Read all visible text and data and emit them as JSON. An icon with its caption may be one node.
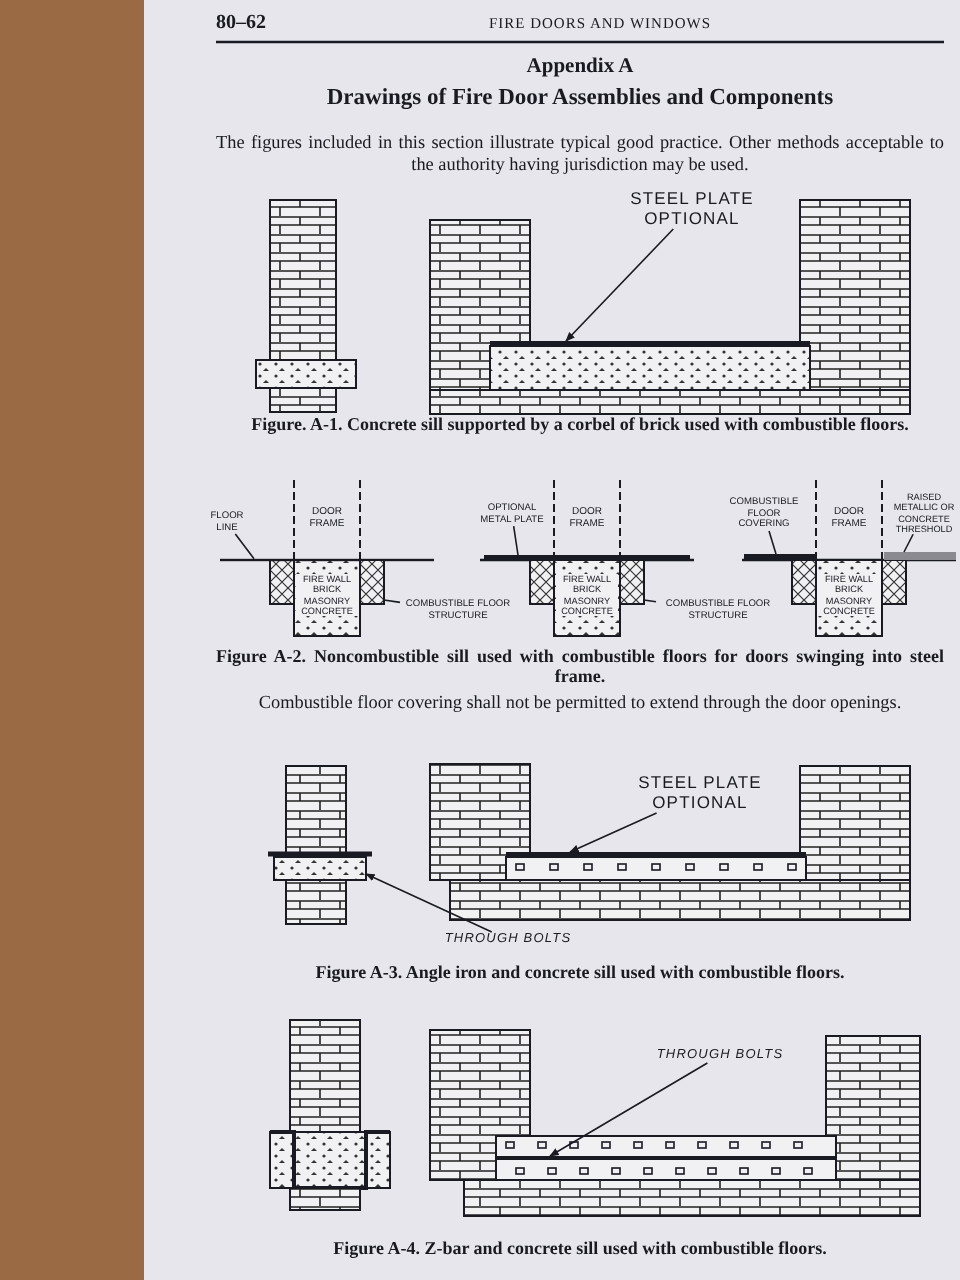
{
  "diagram": {
    "title": "Drawings of Fire Door Assemblies and Components",
    "nodes": [
      {
        "text": [
          "STEEL PLATE OPTIONAL"
        ]
      },
      {
        "text": [
          "FLOOR LINE"
        ]
      },
      {
        "text": [
          "COMBUSTIBLE FLOOR STRUCTURE"
        ]
      },
      {
        "text": [
          "OPTIONAL METAL PLATE"
        ]
      },
      {
        "text": [
          "COMBUSTIBLE FLOOR STRUCTURE"
        ]
      },
      {
        "text": [
          "COMBUSTIBLE FLOOR COVERING"
        ]
      },
      {
        "text": [
          "RAISED METALLIC OR CONCRETE THRESHOLD"
        ]
      },
      {
        "text": [
          "STEEL PLATE OPTIONAL"
        ]
      },
      {
        "text": [
          "THROUGH BOLTS"
        ]
      },
      {
        "text": [
          "THROUGH BOLTS"
        ]
      },
      {
        "text": [],
        "shape": "bar"
      },
      {
        "text": [],
        "shape": "bar"
      },
      {
        "text": [],
        "shape": "box"
      },
      {
        "text": [],
        "shape": "bar"
      },
      {
        "text": [],
        "shape": "box"
      },
      {
        "text": [],
        "shape": "bar"
      },
      {
        "text": [],
        "shape": "bar"
      },
      {
        "text": [],
        "shape": "bar"
      },
      {
        "text": [],
        "shape": "box"
      },
      {
        "text": [],
        "shape": "bar"
      }
    ],
    "edges": [
      {
        "from": 0,
        "to": 10,
        "arrow": "to"
      },
      {
        "from": 1,
        "to": 11,
        "arrow": "none"
      },
      {
        "from": 2,
        "to": 12,
        "arrow": "none"
      },
      {
        "from": 3,
        "to": 13,
        "arrow": "none"
      },
      {
        "from": 4,
        "to": 14,
        "arrow": "none"
      },
      {
        "from": 5,
        "to": 15,
        "arrow": "none"
      },
      {
        "from": 6,
        "to": 16,
        "arrow": "none"
      },
      {
        "from": 7,
        "to": 17,
        "arrow": "to"
      },
      {
        "from": 8,
        "to": 18,
        "arrow": "to"
      },
      {
        "from": 9,
        "to": 19,
        "arrow": "to"
      }
    ],
    "labels": [
      "80–62",
      "FIRE DOORS AND WINDOWS",
      "Appendix A",
      "The figures included in this section illustrate typical good practice. Other methods acceptable to the authority having jurisdiction may be used.",
      "Figure. A-1. Concrete sill supported by a corbel of brick used with combustible floors.",
      "DOOR FRAME",
      "FIRE WALL BRICK MASONRY CONCRETE",
      "DOOR FRAME",
      "FIRE WALL BRICK MASONRY CONCRETE",
      "DOOR FRAME",
      "FIRE WALL BRICK MASONRY CONCRETE",
      "Figure A-2. Noncombustible sill used with combustible floors for doors swinging into steel frame.",
      "Combustible floor covering shall not be permitted to extend through the door openings.",
      "Figure A-3. Angle iron and concrete sill used with combustible floors.",
      "Figure A-4. Z-bar and concrete sill used with combustible floors."
    ]
  }
}
